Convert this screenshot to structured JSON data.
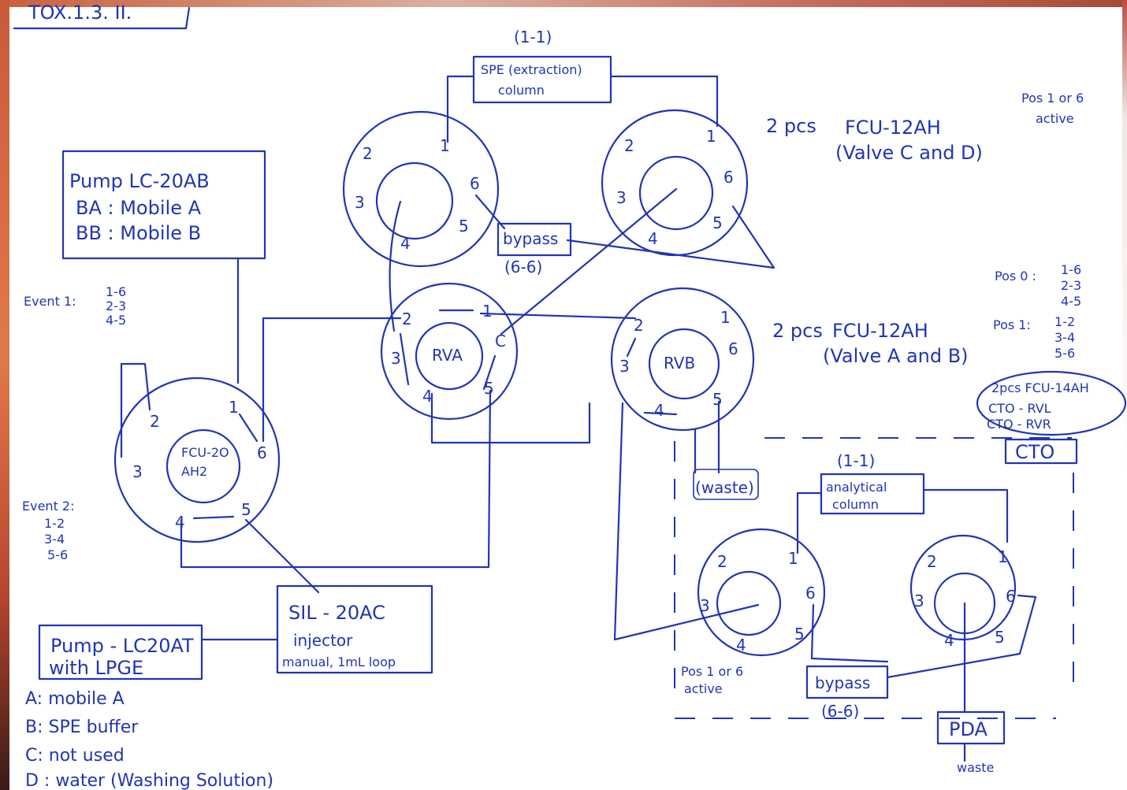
{
  "header": {
    "label": "TOX.1.3. II."
  },
  "spe_column": {
    "index": "(1-1)",
    "line1": "SPE (extraction)",
    "line2": "column"
  },
  "top_right": {
    "qty": "2 pcs",
    "model": "FCU-12AH",
    "desc": "(Valve C and D)",
    "pos_line1": "Pos 1 or 6",
    "pos_line2": "active"
  },
  "pump_ab": {
    "line1": "Pump LC-20AB",
    "line2": "BA : Mobile A",
    "line3": "BB : Mobile B"
  },
  "bypass_top": {
    "label": "bypass",
    "sub": "(6-6)"
  },
  "event1": {
    "title": "Event 1:",
    "l1": "1-6",
    "l2": "2-3",
    "l3": "4-5"
  },
  "event2": {
    "title": "Event 2:",
    "l1": "1-2",
    "l2": "3-4",
    "l3": "5-6"
  },
  "mid_right": {
    "qty": "2 pcs",
    "model": "FCU-12AH",
    "desc": "(Valve A and B)"
  },
  "positions": {
    "pos0": "Pos 0 :",
    "pos0_l1": "1-6",
    "pos0_l2": "2-3",
    "pos0_l3": "4-5",
    "pos1": "Pos 1:",
    "pos1_l1": "1-2",
    "pos1_l2": "3-4",
    "pos1_l3": "5-6"
  },
  "cto_note": {
    "l1": "2pcs FCU-14AH",
    "l2": "CTO - RVL",
    "l3": "CTO - RVR"
  },
  "cto_box": "CTO",
  "valves": {
    "rva": "RVA",
    "rvb": "RVB",
    "fcu": "FCU-2O",
    "fcu2": "AH2"
  },
  "ports": {
    "p1": "1",
    "p2": "2",
    "p3": "3",
    "p4": "4",
    "p5": "5",
    "p6": "6",
    "p6b": "C"
  },
  "waste_mid": "(waste)",
  "analytical": {
    "index": "(1-1)",
    "line1": "analytical",
    "line2": "column"
  },
  "sil": {
    "line1": "SIL - 20AC",
    "line2": "injector",
    "line3": "manual, 1mL loop"
  },
  "pump_at": {
    "line1": "Pump - LC20AT",
    "line2": "with LPGE"
  },
  "pos_bottom": {
    "line1": "Pos 1 or 6",
    "line2": "active"
  },
  "bypass_bottom": {
    "label": "bypass",
    "sub": "(6-6)"
  },
  "pda": "PDA",
  "waste_bottom": "waste",
  "legend": {
    "a": "A: mobile A",
    "b": "B: SPE buffer",
    "c": "C: not used",
    "d": "D : water (Washing Solution)"
  },
  "colors": {
    "ink": "#2035b5",
    "paper": "#ffffff"
  }
}
